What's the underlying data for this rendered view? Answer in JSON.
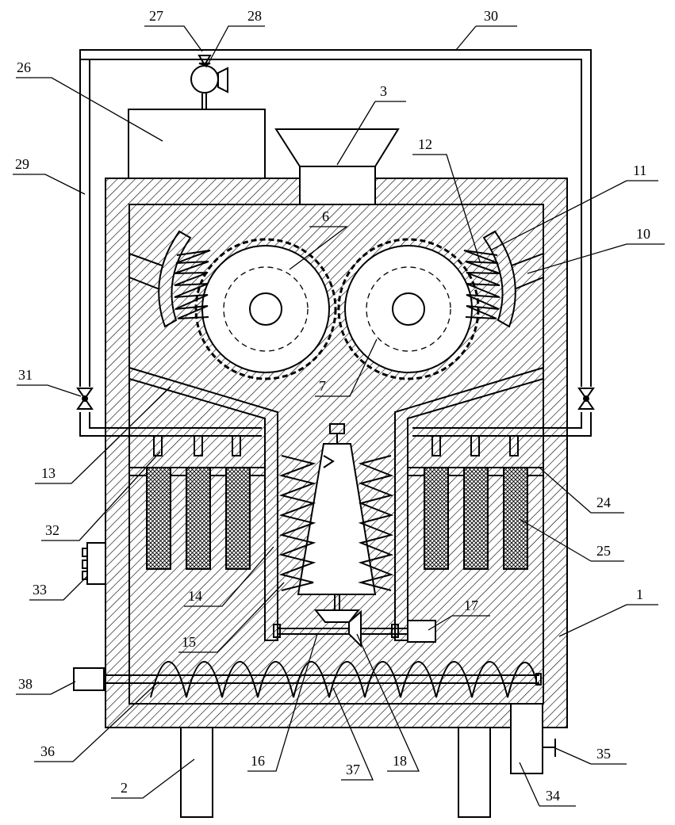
{
  "figure": {
    "labels": {
      "l1": "1",
      "l2": "2",
      "l3": "3",
      "l6": "6",
      "l7": "7",
      "l10": "10",
      "l11": "11",
      "l12": "12",
      "l13": "13",
      "l14": "14",
      "l15": "15",
      "l16": "16",
      "l17": "17",
      "l18": "18",
      "l24": "24",
      "l25": "25",
      "l26": "26",
      "l27": "27",
      "l28": "28",
      "l29": "29",
      "l30": "30",
      "l31": "31",
      "l32": "32",
      "l33": "33",
      "l34": "34",
      "l35": "35",
      "l36": "36",
      "l37": "37",
      "l38": "38"
    }
  }
}
